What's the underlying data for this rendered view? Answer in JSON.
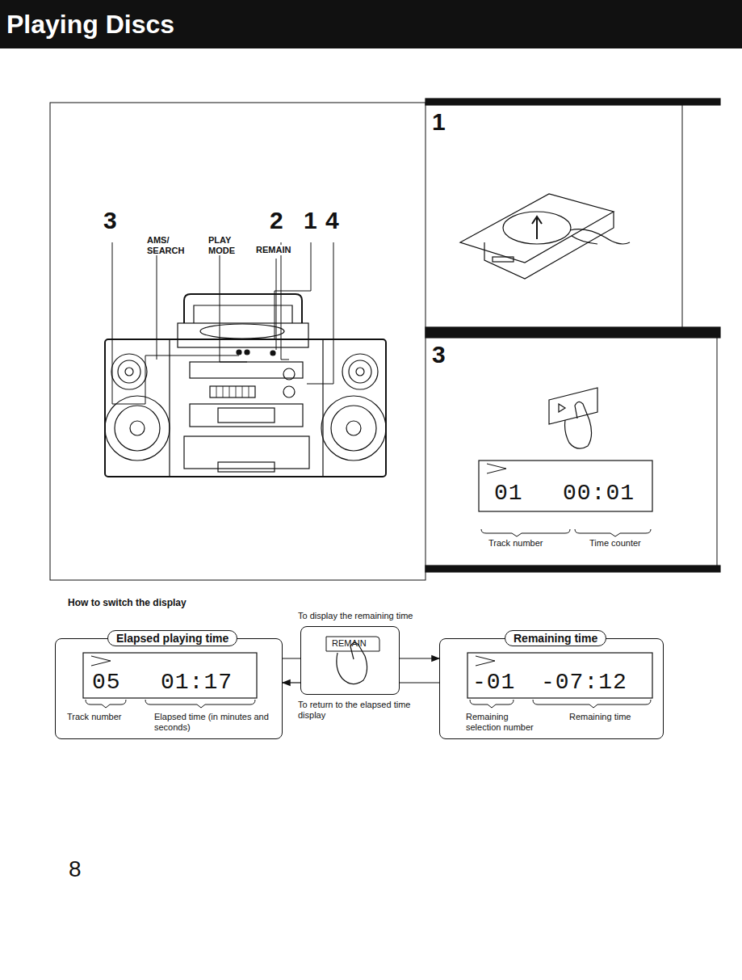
{
  "diagram": {
    "title": "Playing Discs",
    "nodes": [
      {
        "text": [
          "1"
        ]
      },
      {
        "text": [
          "3",
          "01",
          "00:01",
          "Track number",
          "Time counter"
        ]
      },
      {
        "text": [
          "Elapsed playing time",
          "05",
          "01:17",
          "Track number",
          "Elapsed time (in minutes and seconds)"
        ]
      },
      {
        "text": [
          "REMAIN"
        ]
      },
      {
        "text": [
          "Remaining time",
          "-01",
          "-07:12",
          "Remaining selection number",
          "Remaining time"
        ]
      }
    ],
    "edges": [
      {
        "from": 3,
        "to": 4,
        "arrow": "to"
      },
      {
        "from": 3,
        "to": 2,
        "arrow": "to"
      }
    ],
    "labels": [
      "3",
      "2",
      "1",
      "4",
      "AMS/ SEARCH",
      "PLAY MODE",
      "REMAIN",
      "How to switch the display",
      "To display the remaining time",
      "To return to the elapsed time display",
      "8"
    ]
  }
}
